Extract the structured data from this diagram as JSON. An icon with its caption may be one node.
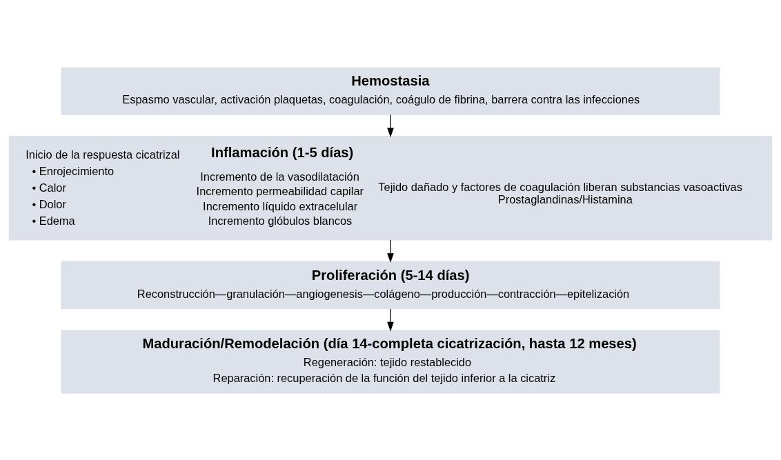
{
  "diagram": {
    "nodes": [
      {
        "text": [
          "Hemostasia",
          "Espasmo vascular, activación plaquetas, coagulación, coágulo de fibrina, barrera contra las infecciones"
        ]
      },
      {
        "text": [
          "Inicio de la respuesta cicatrizal",
          "Inflamación (1-5 días)",
          "• Enrojecimiento",
          "• Calor",
          "• Dolor",
          "• Edema",
          "Incremento de la vasodilatación",
          "Incremento permeabilidad capilar",
          "Incremento líquido extracelular",
          "Incremento glóbulos blancos",
          "Tejido dañado y factores de coagulación liberan substancias vasoactivas",
          "Prostaglandinas/Histamina"
        ]
      },
      {
        "text": [
          "Proliferación (5-14 días)",
          "Reconstrucción—granulación—angiogenesis—colágeno—producción—contracción—epitelización"
        ]
      },
      {
        "text": [
          "Maduración/Remodelación (día 14-completa cicatrización, hasta 12 meses)",
          "Regeneración: tejido restablecido",
          "Reparación: recuperación de la función del tejido inferior a la cicatriz"
        ]
      }
    ],
    "edges": [
      {
        "from": 0,
        "to": 1,
        "arrow": "to"
      },
      {
        "from": 1,
        "to": 2,
        "arrow": "to"
      },
      {
        "from": 2,
        "to": 3,
        "arrow": "to"
      }
    ]
  }
}
